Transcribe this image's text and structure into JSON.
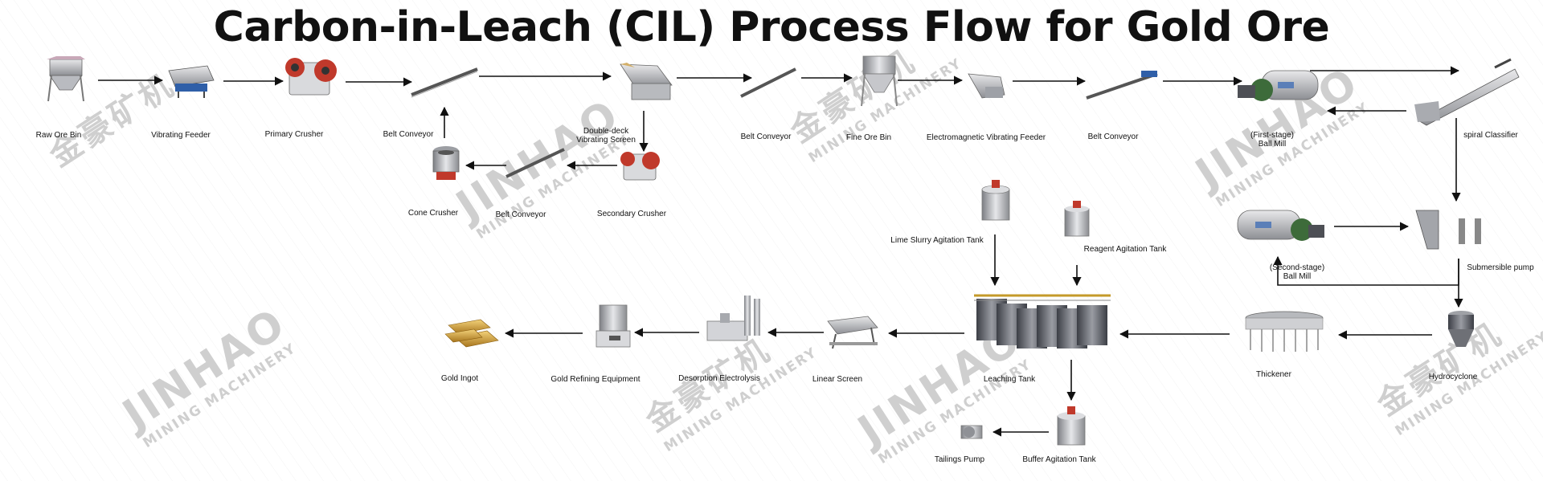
{
  "title": "Carbon-in-Leach (CIL) Process Flow for Gold Ore",
  "watermark": {
    "brand": "JINHAO",
    "tagline": "MINING MACHINERY",
    "chinese": "金豪矿机"
  },
  "equipment": {
    "raw_ore_bin": "Raw Ore Bin",
    "vibrating_feeder": "Vibrating Feeder",
    "primary_crusher": "Primary Crusher",
    "belt_conveyor_1": "Belt Conveyor",
    "double_deck_line1": "Double-deck",
    "double_deck_line2": "Vibrating Screen",
    "belt_conveyor_2": "Belt Conveyor",
    "fine_ore_bin": "Fine Ore Bin",
    "em_vibrating_feeder": "Electromagnetic Vibrating Feeder",
    "belt_conveyor_3": "Belt Conveyor",
    "first_ball_mill_line1": "(First-stage)",
    "first_ball_mill_line2": "Ball Mill",
    "spiral_classifier": "spiral Classifier",
    "cone_crusher": "Cone Crusher",
    "belt_conveyor_4": "Belt Conveyor",
    "secondary_crusher": "Secondary Crusher",
    "lime_tank": "Lime Slurry Agitation Tank",
    "reagent_tank": "Reagent Agitation Tank",
    "second_ball_mill_line1": "(Second-stage)",
    "second_ball_mill_line2": "Ball Mill",
    "submersible_pump": "Submersible pump",
    "gold_ingot": "Gold Ingot",
    "gold_refining": "Gold Refining Equipment",
    "desorption": "Desorption Electrolysis",
    "linear_screen": "Linear Screen",
    "leaching_tank": "Leaching Tank",
    "thickener": "Thickener",
    "hydrocyclone": "Hydrocyclone",
    "tailings_pump": "Tailings Pump",
    "buffer_tank": "Buffer Agitation Tank"
  }
}
